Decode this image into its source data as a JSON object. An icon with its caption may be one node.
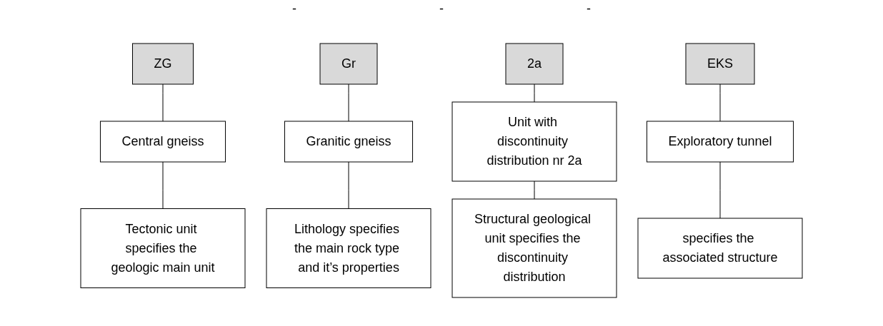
{
  "diagram": {
    "nodes": [
      {
        "text": [
          "ZG"
        ]
      },
      {
        "text": [
          "Gr"
        ]
      },
      {
        "text": [
          "2a"
        ]
      },
      {
        "text": [
          "EKS"
        ]
      },
      {
        "text": [
          "Central gneiss"
        ]
      },
      {
        "text": [
          "Granitic gneiss"
        ]
      },
      {
        "text": [
          "Unit with discontinuity distribution nr 2a"
        ]
      },
      {
        "text": [
          "Exploratory tunnel"
        ]
      },
      {
        "text": [
          "Tectonic unit specifies the geologic main unit"
        ]
      },
      {
        "text": [
          "Lithology specifies the main rock type and it’s properties"
        ]
      },
      {
        "text": [
          "Structural geological unit specifies the discontinuity distribution"
        ]
      },
      {
        "text": [
          "specifies the associated structure"
        ]
      }
    ],
    "edges": [
      {
        "from": 0,
        "to": 4,
        "arrow": "none"
      },
      {
        "from": 4,
        "to": 8,
        "arrow": "none"
      },
      {
        "from": 1,
        "to": 5,
        "arrow": "none"
      },
      {
        "from": 5,
        "to": 9,
        "arrow": "none"
      },
      {
        "from": 2,
        "to": 6,
        "arrow": "none"
      },
      {
        "from": 6,
        "to": 10,
        "arrow": "none"
      },
      {
        "from": 3,
        "to": 7,
        "arrow": "none"
      },
      {
        "from": 7,
        "to": 11,
        "arrow": "none"
      }
    ],
    "labels": [
      "-",
      "-",
      "-"
    ]
  }
}
